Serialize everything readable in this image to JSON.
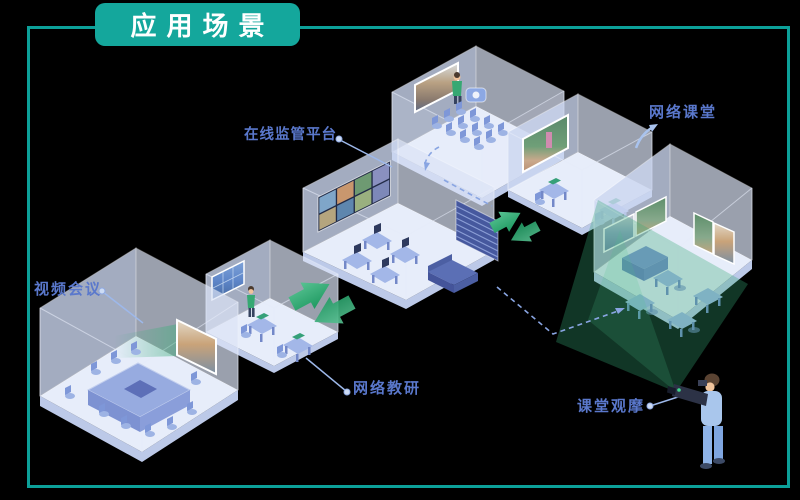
{
  "badge": {
    "label": "应用场景"
  },
  "labels": {
    "platform": "在线监管平台",
    "classroom": "网络课堂",
    "meeting": "视频会议",
    "research": "网络教研",
    "observation": "课堂观摩"
  },
  "colors": {
    "background": "#000000",
    "frame_teal": "#0CA099",
    "badge_teal": "#14A79C",
    "label_blue": "#5A78CC",
    "arrow_green": "#2EA36E",
    "beam_green": "#36A877",
    "room_wall": "#CCD7F1",
    "furniture_blue": "#97ABE0"
  }
}
